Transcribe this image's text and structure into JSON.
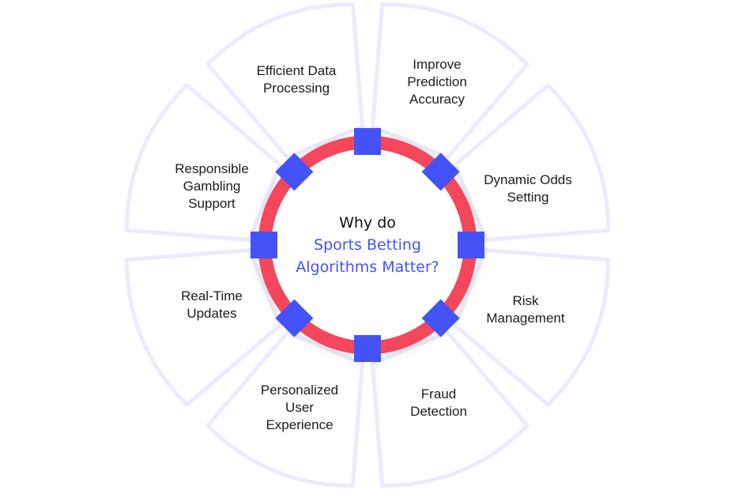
{
  "center": {
    "line1": "Why do",
    "line2": "Sports Betting\nAlgorithms Matter?"
  },
  "items": [
    {
      "id": "efficient-data-processing",
      "label": "Efficient Data\nProcessing"
    },
    {
      "id": "improve-prediction-accuracy",
      "label": "Improve\nPrediction\nAccuracy"
    },
    {
      "id": "dynamic-odds-setting",
      "label": "Dynamic Odds\nSetting"
    },
    {
      "id": "risk-management",
      "label": "Risk\nManagement"
    },
    {
      "id": "fraud-detection",
      "label": "Fraud\nDetection"
    },
    {
      "id": "personalized-user-experience",
      "label": "Personalized\nUser\nExperience"
    },
    {
      "id": "real-time-updates",
      "label": "Real-Time\nUpdates"
    },
    {
      "id": "responsible-gambling-support",
      "label": "Responsible\nGambling\nSupport"
    }
  ],
  "colors": {
    "ring": "#f4465b",
    "knobs": "#4353f6",
    "petal_outline": "#ecebfb",
    "center_highlight": "#4353f6",
    "text": "#1b1b1b"
  }
}
